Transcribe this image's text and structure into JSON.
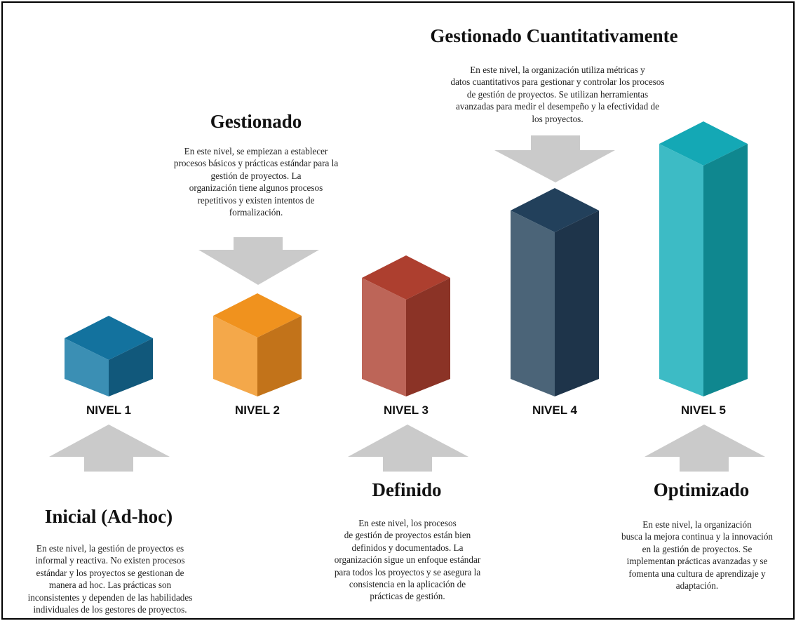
{
  "colors": {
    "level1": {
      "top": "#13729e",
      "front": "#3b8fb4",
      "side": "#11587b"
    },
    "level2": {
      "top": "#f0921e",
      "front": "#f4a84a",
      "side": "#c2731a"
    },
    "level3": {
      "top": "#ad3f2f",
      "front": "#bd6558",
      "side": "#8b3326"
    },
    "level4": {
      "top": "#22405b",
      "front": "#4b6478",
      "side": "#1e344a"
    },
    "level5": {
      "top": "#14a8b5",
      "front": "#3dbbc5",
      "side": "#0f878f"
    },
    "arrow": "#cacaca"
  },
  "levels": [
    {
      "label": "NIVEL 1",
      "title": "Inicial (Ad-hoc)",
      "description": [
        "En este nivel, la gestión de proyectos es",
        "informal y reactiva. No existen procesos",
        "estándar y los proyectos se gestionan de",
        "manera ad hoc. Las prácticas son",
        "inconsistentes y dependen de las habilidades",
        "individuales de los gestores de proyectos."
      ]
    },
    {
      "label": "NIVEL 2",
      "title": "Gestionado",
      "description": [
        "En este nivel, se empiezan a establecer",
        "procesos básicos y prácticas estándar para la",
        "gestión de proyectos. La",
        "organización tiene algunos procesos",
        "repetitivos y existen intentos de",
        "formalización."
      ]
    },
    {
      "label": "NIVEL 3",
      "title": "Definido",
      "description": [
        "En este nivel, los procesos",
        "de gestión de proyectos están bien",
        "definidos y documentados. La",
        "organización sigue un enfoque estándar",
        "para todos los proyectos y se asegura la",
        "consistencia en la aplicación de",
        "prácticas de gestión."
      ]
    },
    {
      "label": "NIVEL 4",
      "title": "Gestionado Cuantitativamente",
      "description": [
        "En este nivel, la organización utiliza métricas y",
        "datos cuantitativos para gestionar y controlar los procesos",
        "de gestión de proyectos. Se utilizan herramientas",
        "avanzadas para medir el desempeño y la efectividad de",
        "los proyectos."
      ]
    },
    {
      "label": "NIVEL 5",
      "title": "Optimizado",
      "description": [
        "En este nivel, la organización",
        "busca la mejora continua y la innovación",
        "en la gestión de proyectos. Se",
        "implementan prácticas avanzadas y se",
        "fomenta una cultura de aprendizaje y",
        "adaptación."
      ]
    }
  ]
}
